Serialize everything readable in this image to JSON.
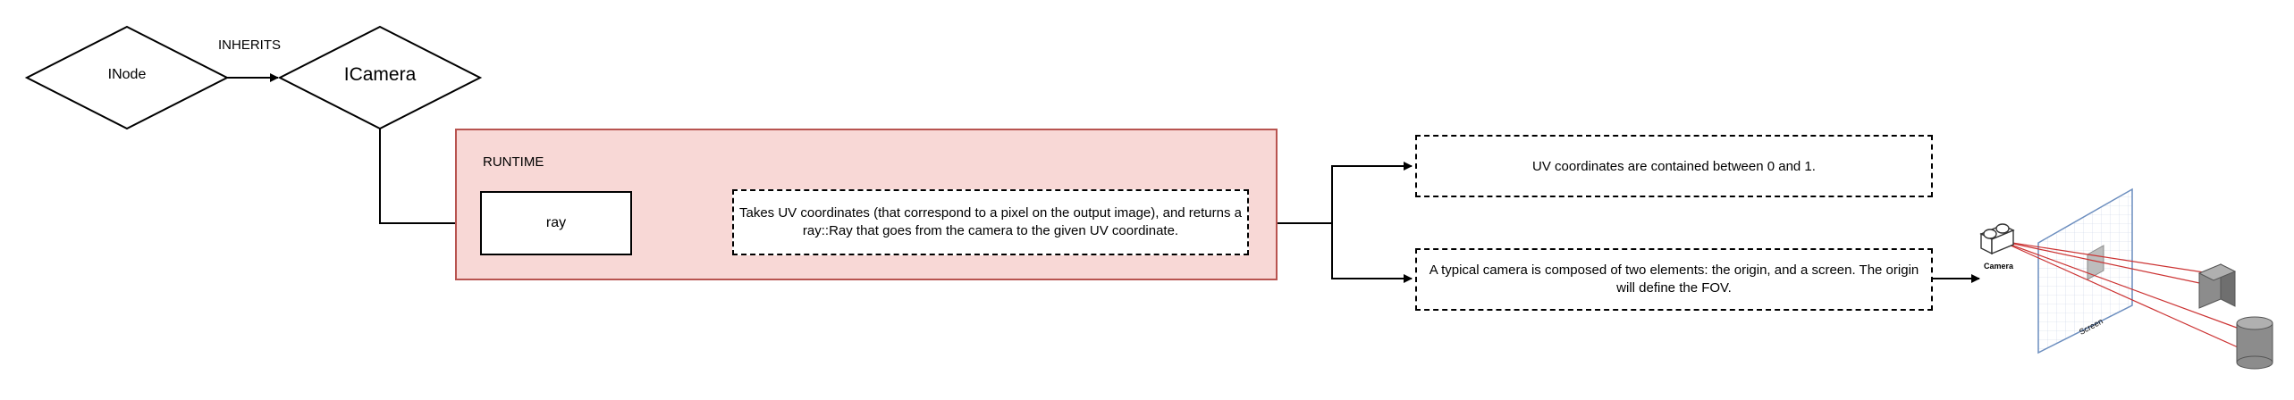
{
  "nodes": {
    "inode": "INode",
    "icamera": "ICamera",
    "ray": "ray",
    "ray_description": "Takes UV coordinates (that correspond to a pixel on the output image), and returns a ray::Ray that goes from the camera to the given UV coordinate.",
    "uv_note": "UV coordinates are contained between 0 and 1.",
    "camera_note": "A typical camera is composed of two elements: the origin, and a screen. The origin will define the FOV."
  },
  "edges": {
    "inherits": "INHERITS"
  },
  "groups": {
    "runtime": "RUNTIME"
  },
  "illustration": {
    "camera_label": "Camera",
    "screen_label": "Screen"
  },
  "colors": {
    "runtime_fill": "#f8d8d6",
    "runtime_border": "#b85450",
    "screen_stroke": "#6c8ebf",
    "ray_lines": "#cc3333",
    "object_fill": "#8c8c8c"
  }
}
